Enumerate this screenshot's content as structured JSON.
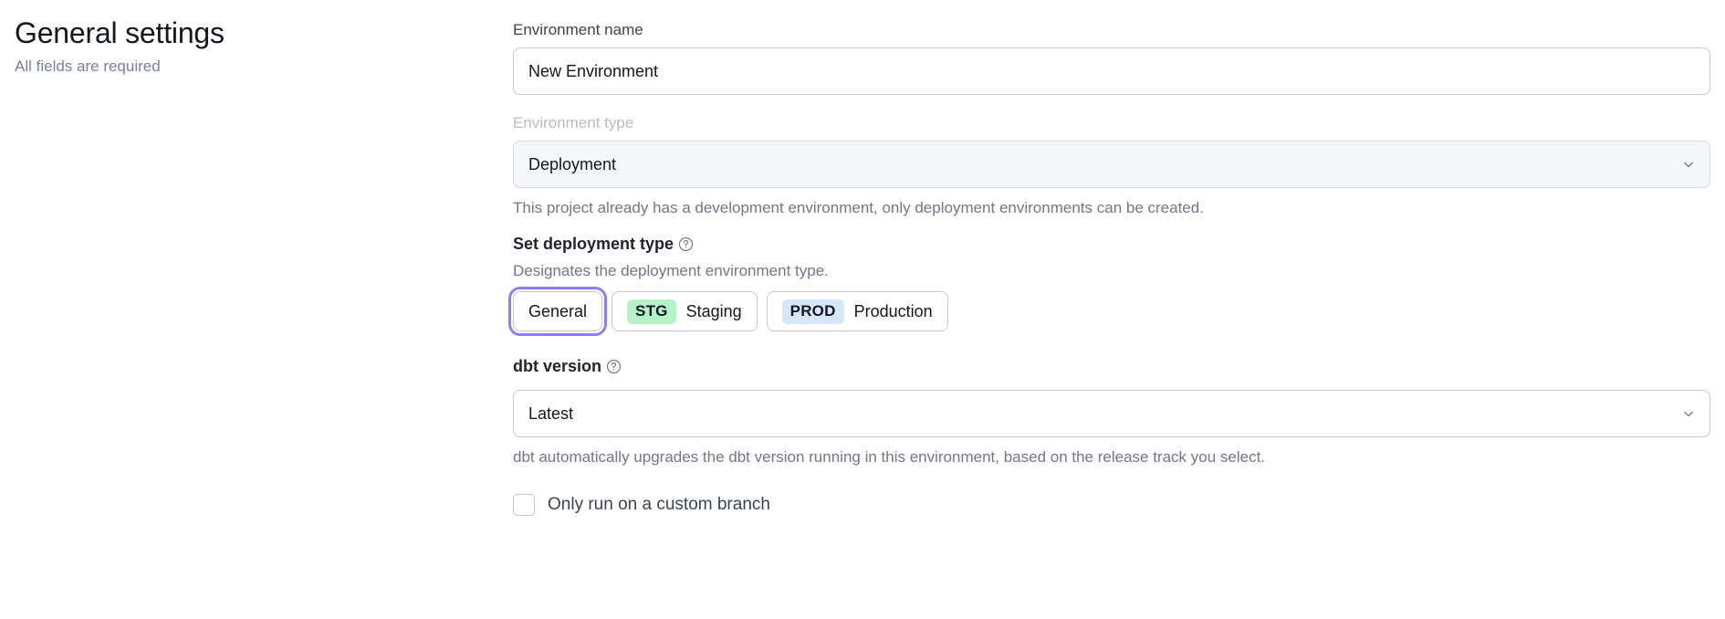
{
  "sidebar": {
    "title": "General settings",
    "subtitle": "All fields are required"
  },
  "form": {
    "environment_name": {
      "label": "Environment name",
      "value": "New Environment",
      "placeholder": "Environment name"
    },
    "environment_type": {
      "label": "Environment type",
      "value": "Deployment",
      "disabled": true,
      "hint": "This project already has a development environment, only deployment environments can be created.",
      "chevron_icon": "chevron-down-icon"
    },
    "deployment_type": {
      "title": "Set deployment type",
      "help_icon": "help-circle-icon",
      "description": "Designates the deployment environment type.",
      "options": [
        {
          "label": "General",
          "badge": null,
          "badge_color": null,
          "selected": true
        },
        {
          "label": "Staging",
          "badge": "STG",
          "badge_color": "#b6f2c8",
          "selected": false
        },
        {
          "label": "Production",
          "badge": "PROD",
          "badge_color": "#d6e6fb",
          "selected": false
        }
      ]
    },
    "dbt_version": {
      "label": "dbt version",
      "help_icon": "help-circle-icon",
      "value": "Latest",
      "chevron_icon": "chevron-down-icon",
      "hint": "dbt automatically upgrades the dbt version running in this environment, based on the release track you select."
    },
    "custom_branch": {
      "label": "Only run on a custom branch",
      "checked": false
    }
  },
  "colors": {
    "focus_ring": "#8b7ef0",
    "staging_badge": "#b6f2c8",
    "production_badge": "#d6e6fb",
    "border": "#c5c8d2",
    "disabled_bg": "#f5f6f8"
  }
}
